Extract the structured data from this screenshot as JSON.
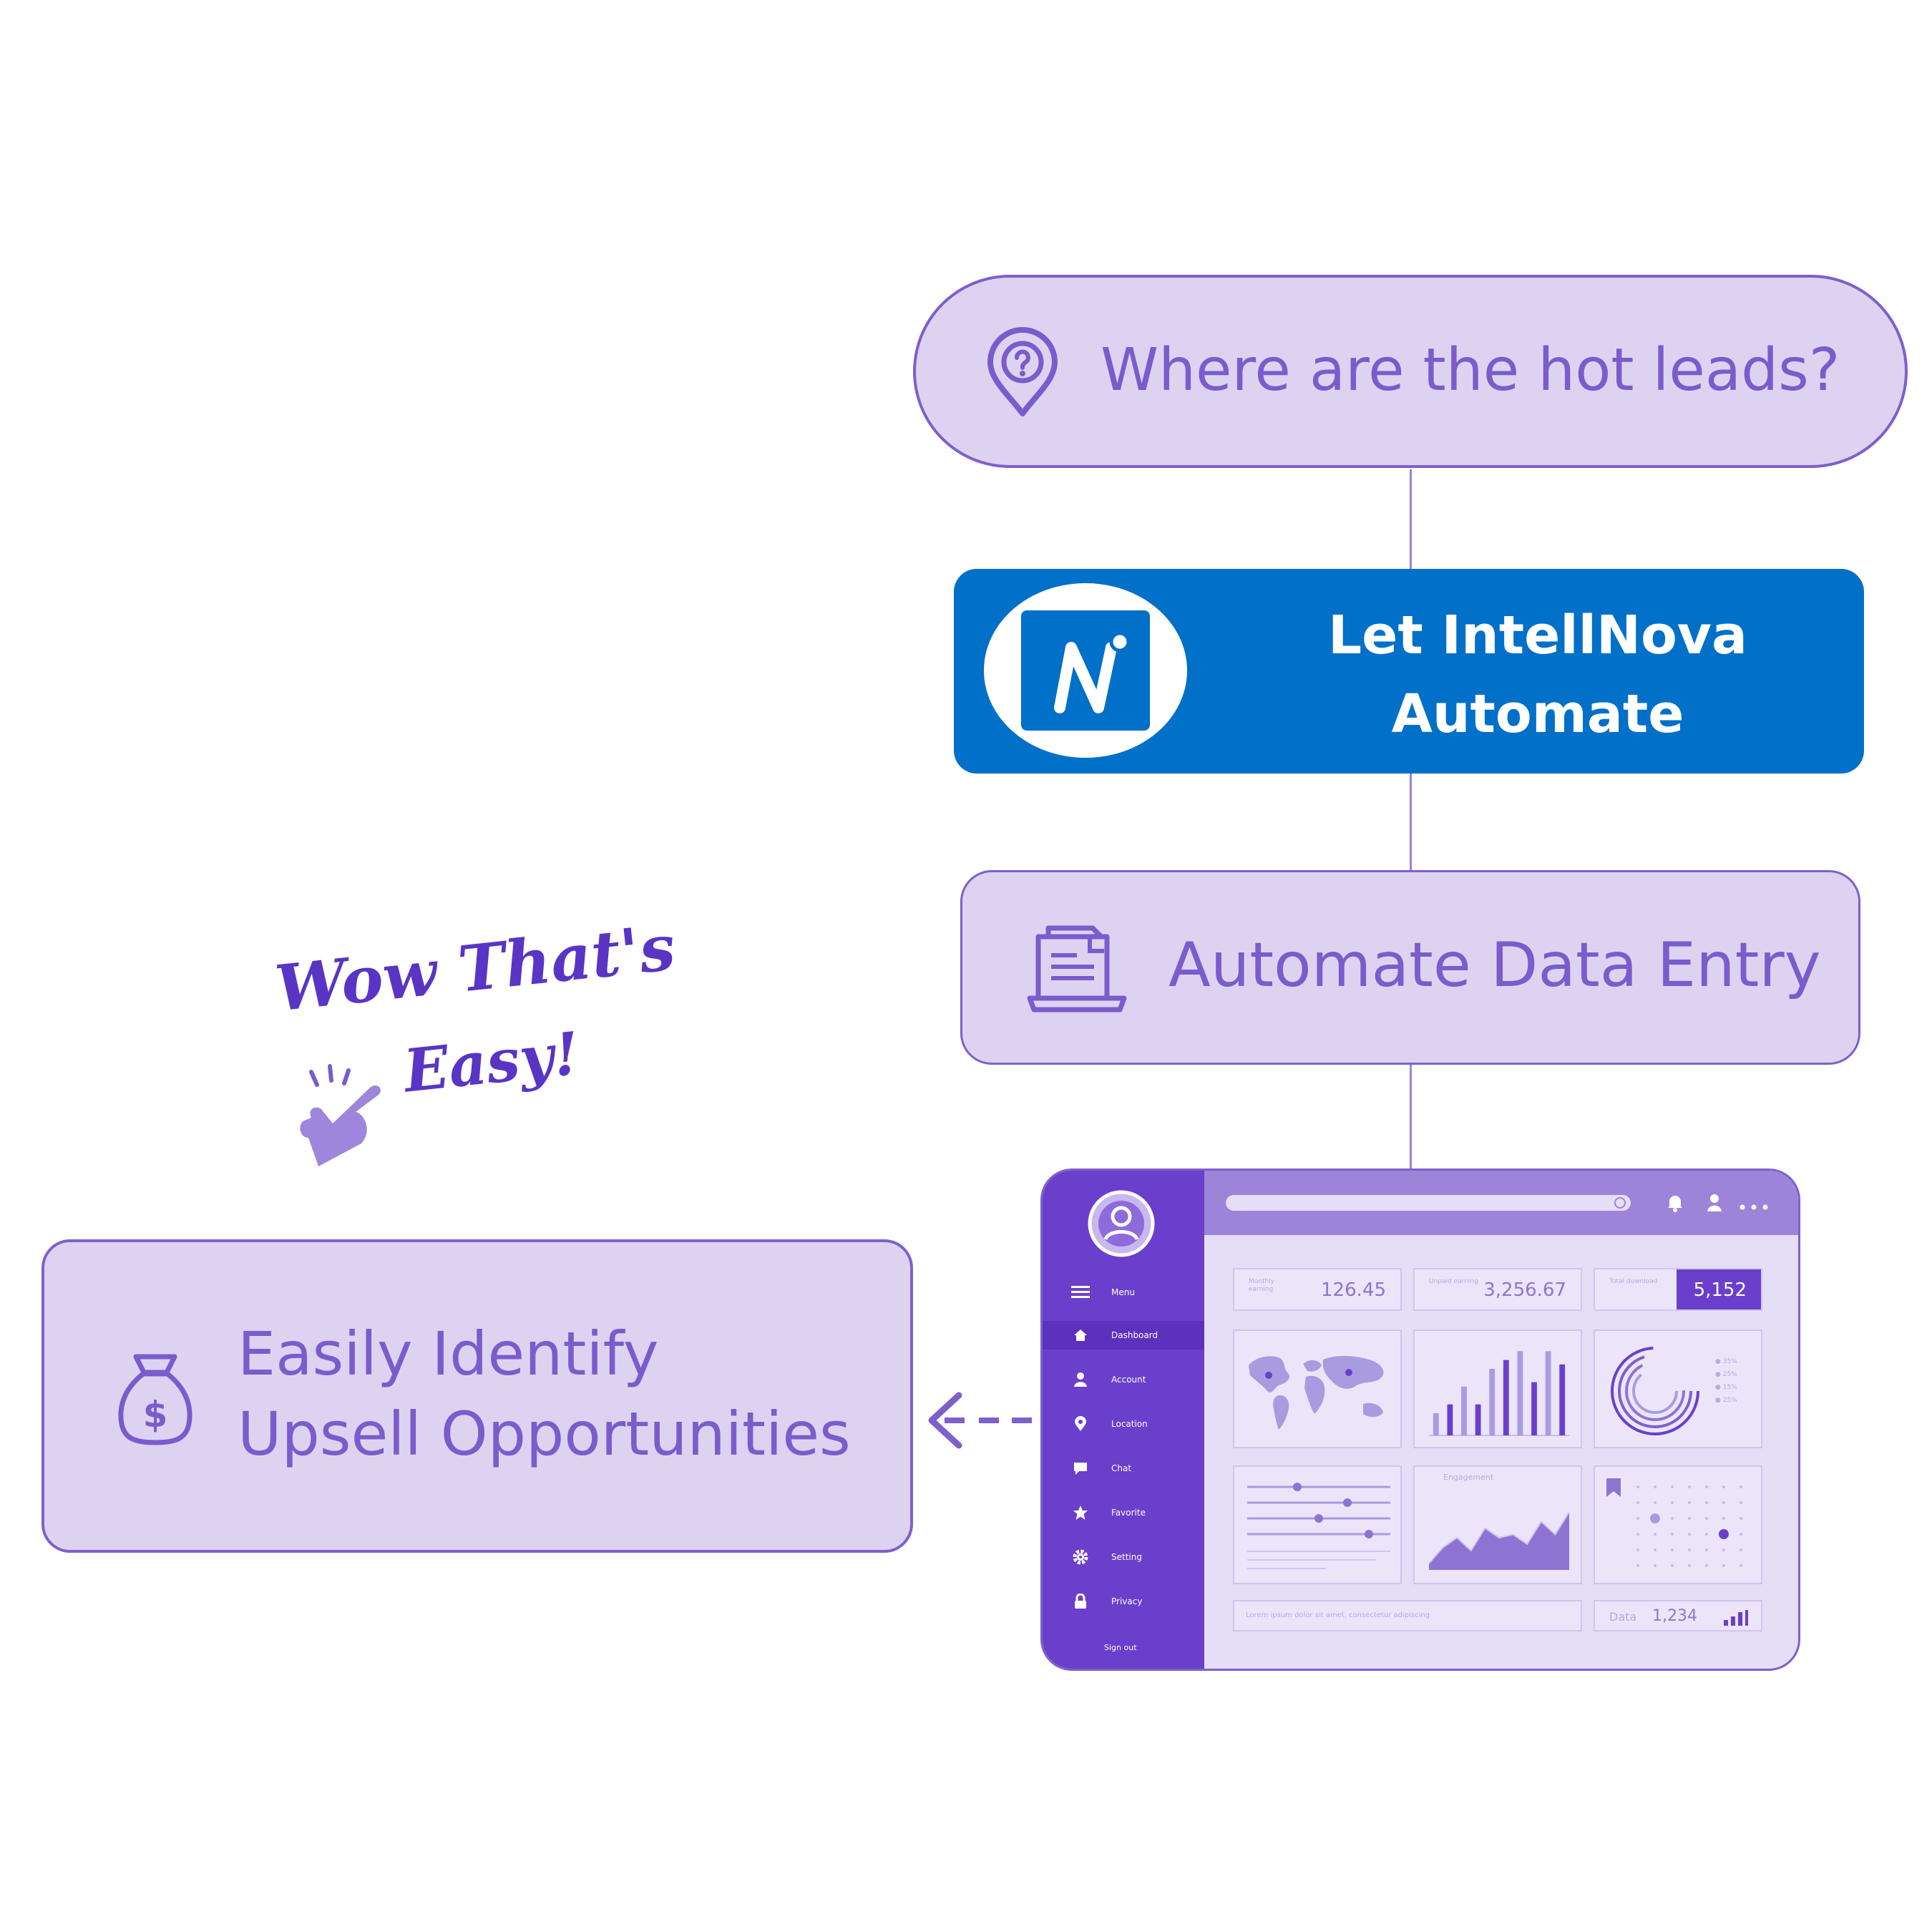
{
  "flow": {
    "question": "Where are the hot leads?",
    "brand_line1": "Let IntellNova",
    "brand_line2": "Automate",
    "step": "Automate Data Entry",
    "result_line1": "Easily Identify",
    "result_line2": "Upsell Opportunities"
  },
  "callout": {
    "line1": "Wow That's",
    "line2": "Easy!"
  },
  "dashboard": {
    "menu": [
      "Menu",
      "Dashboard",
      "Account",
      "Location",
      "Chat",
      "Favorite",
      "Setting",
      "Privacy"
    ],
    "signout": "Sign out",
    "stats": [
      {
        "label": "Monthly earning",
        "value": "126.45"
      },
      {
        "label": "Unpaid earning",
        "value": "3,256.67"
      },
      {
        "label": "Total download",
        "value": "5,152"
      }
    ],
    "engagement": "Engagement",
    "footer_text": "Lorem ipsum dolor sit amet, consectetur adipiscing",
    "data_label": "Data",
    "data_value": "1,234",
    "legend": [
      "35%",
      "25%",
      "15%",
      "25%"
    ],
    "bars": [
      0.25,
      0.35,
      0.55,
      0.35,
      0.75,
      0.85,
      0.95,
      0.6,
      0.95,
      0.8
    ],
    "area_points": [
      0.1,
      0.35,
      0.5,
      0.3,
      0.65,
      0.5,
      0.55,
      0.4,
      0.75,
      0.55,
      0.9
    ]
  },
  "colors": {
    "accent": "#7f5fcb",
    "pill_fill": "#ddd3f1",
    "brand_blue": "#0070c9",
    "sidebar": "#6a3fcb"
  },
  "icons": [
    "location-question-icon",
    "intellnova-logo-icon",
    "laptop-document-icon",
    "money-bag-icon",
    "pointing-hand-icon",
    "dashed-arrow-left-icon"
  ]
}
